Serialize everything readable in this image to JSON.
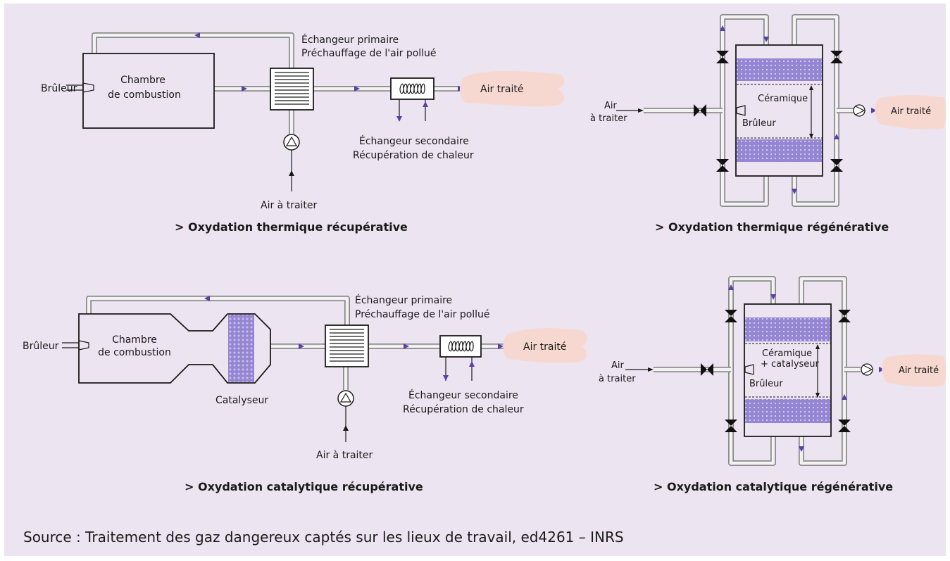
{
  "colors": {
    "panel_bg": "#ece4f0",
    "arrow": "#5b3fa8",
    "media": "#8e7fd0",
    "cloud": "#f7d8d0"
  },
  "diagrams": {
    "recup_thermal": {
      "caption": "> Oxydation thermique récupérative",
      "burner": "Brûleur",
      "chamber_l1": "Chambre",
      "chamber_l2": "de combustion",
      "primary_l1": "Échangeur primaire",
      "primary_l2": "Préchauffage de l'air pollué",
      "secondary_l1": "Échangeur secondaire",
      "secondary_l2": "Récupération de chaleur",
      "inlet": "Air à traiter",
      "outlet": "Air traité"
    },
    "regen_thermal": {
      "caption": "> Oxydation thermique régénérative",
      "inlet_l1": "Air",
      "inlet_l2": "à traiter",
      "media": "Céramique",
      "burner": "Brûleur",
      "outlet": "Air traité"
    },
    "recup_catalytic": {
      "caption": "> Oxydation catalytique récupérative",
      "burner": "Brûleur",
      "chamber_l1": "Chambre",
      "chamber_l2": "de combustion",
      "catalyst": "Catalyseur",
      "primary_l1": "Échangeur primaire",
      "primary_l2": "Préchauffage de l'air pollué",
      "secondary_l1": "Échangeur secondaire",
      "secondary_l2": "Récupération de chaleur",
      "inlet": "Air à traiter",
      "outlet": "Air traité"
    },
    "regen_catalytic": {
      "caption": "> Oxydation catalytique régénérative",
      "inlet_l1": "Air",
      "inlet_l2": "à traiter",
      "media_l1": "Céramique",
      "media_l2": "+ catalyseur",
      "burner": "Brûleur",
      "outlet": "Air traité"
    }
  },
  "source": "Source : Traitement des gaz dangereux captés sur les lieux de travail, ed4261 – INRS"
}
